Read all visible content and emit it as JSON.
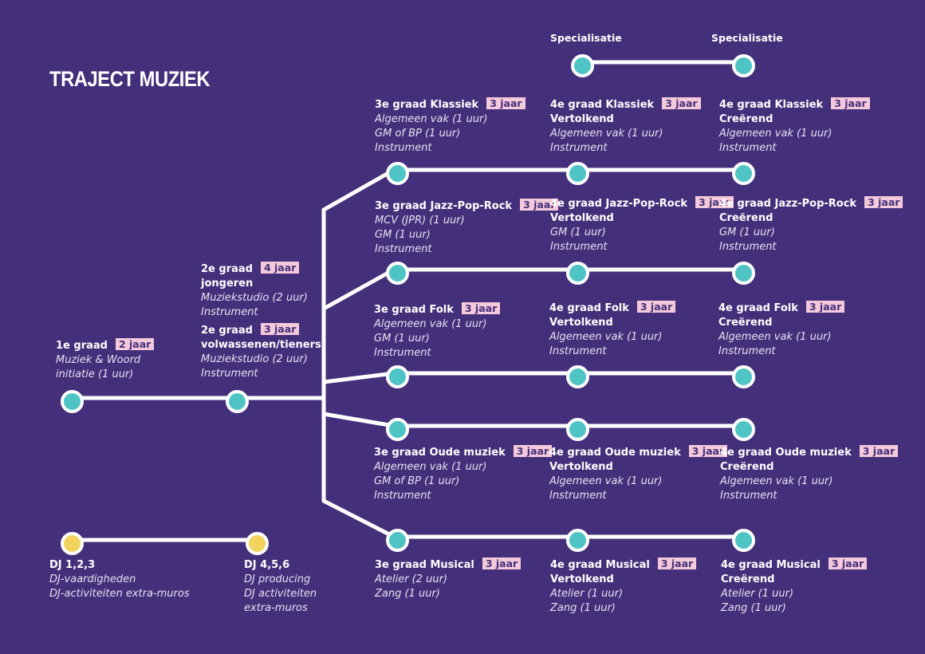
{
  "title": "TRAJECT MUZIEK",
  "spec_labels": [
    "Specialisatie",
    "Specialisatie"
  ],
  "blocks": {
    "g1": {
      "title": "1e graad",
      "badge": "2 jaar",
      "lines": [
        "Muziek & Woord",
        "initiatie (1 uur)"
      ]
    },
    "g2j": {
      "title": "2e graad",
      "badge": "4 jaar",
      "subtitle": "jongeren",
      "lines": [
        "Muziekstudio (2 uur)",
        "Instrument"
      ]
    },
    "g2v": {
      "title": "2e graad",
      "badge": "3 jaar",
      "subtitle": "volwassenen/tieners",
      "lines": [
        "Muziekstudio (2 uur)",
        "Instrument"
      ]
    },
    "k3": {
      "title": "3e graad Klassiek",
      "badge": "3 jaar",
      "lines": [
        "Algemeen vak (1 uur)",
        "GM of BP (1 uur)",
        "Instrument"
      ]
    },
    "k4v": {
      "title": "4e graad Klassiek",
      "badge": "3 jaar",
      "subtitle": "Vertolkend",
      "lines": [
        "Algemeen vak (1 uur)",
        "Instrument"
      ]
    },
    "k4c": {
      "title": "4e graad Klassiek",
      "badge": "3 jaar",
      "subtitle": "Creërend",
      "lines": [
        "Algemeen vak (1 uur)",
        "Instrument"
      ]
    },
    "j3": {
      "title": "3e graad Jazz-Pop-Rock",
      "badge": "3 jaar",
      "lines": [
        "MCV (JPR) (1 uur)",
        "GM (1 uur)",
        "Instrument"
      ]
    },
    "j4v": {
      "title": "4e graad Jazz-Pop-Rock",
      "badge": "3 jaar",
      "subtitle": "Vertolkend",
      "lines": [
        "GM  (1 uur)",
        "Instrument"
      ]
    },
    "j4c": {
      "title": "4e graad Jazz-Pop-Rock",
      "badge": "3 jaar",
      "subtitle": "Creërend",
      "lines": [
        "GM  (1 uur)",
        "Instrument"
      ]
    },
    "f3": {
      "title": "3e graad Folk",
      "badge": "3 jaar",
      "lines": [
        "Algemeen vak (1 uur)",
        "GM (1 uur)",
        "Instrument"
      ]
    },
    "f4v": {
      "title": "4e graad Folk",
      "badge": "3 jaar",
      "subtitle": "Vertolkend",
      "lines": [
        "Algemeen vak (1 uur)",
        "Instrument"
      ]
    },
    "f4c": {
      "title": "4e graad Folk",
      "badge": "3 jaar",
      "subtitle": "Creërend",
      "lines": [
        "Algemeen vak (1 uur)",
        "Instrument"
      ]
    },
    "o3": {
      "title": "3e graad Oude muziek",
      "badge": "3 jaar",
      "lines": [
        "Algemeen vak (1 uur)",
        "GM of BP (1 uur)",
        "Instrument"
      ]
    },
    "o4v": {
      "title": "4e graad Oude muziek",
      "badge": "3 jaar",
      "subtitle": "Vertolkend",
      "lines": [
        "Algemeen vak (1 uur)",
        "Instrument"
      ]
    },
    "o4c": {
      "title": "4e graad Oude muziek",
      "badge": "3 jaar",
      "subtitle": "Creërend",
      "lines": [
        "Algemeen vak (1 uur)",
        "Instrument"
      ]
    },
    "m3": {
      "title": "3e graad Musical",
      "badge": "3 jaar",
      "lines": [
        "Atelier (2 uur)",
        "Zang (1 uur)"
      ]
    },
    "m4v": {
      "title": "4e graad Musical",
      "badge": "3 jaar",
      "subtitle": "Vertolkend",
      "lines": [
        "Atelier (1 uur)",
        "Zang (1 uur)"
      ]
    },
    "m4c": {
      "title": "4e graad Musical",
      "badge": "3 jaar",
      "subtitle": "Creërend",
      "lines": [
        "Atelier (1 uur)",
        "Zang (1 uur)"
      ]
    },
    "dj1": {
      "title": "DJ 1,2,3",
      "lines": [
        "DJ-vaardigheden",
        "DJ-activiteiten extra-muros"
      ]
    },
    "dj2": {
      "title": "DJ 4,5,6",
      "lines": [
        "DJ producing",
        "DJ activiteiten",
        "extra-muros"
      ]
    }
  },
  "colors": {
    "background": "#44307a",
    "node": "#4fc4c4",
    "dj_node": "#f2d35e",
    "badge": "#f5c9dc",
    "line": "#ffffff"
  }
}
